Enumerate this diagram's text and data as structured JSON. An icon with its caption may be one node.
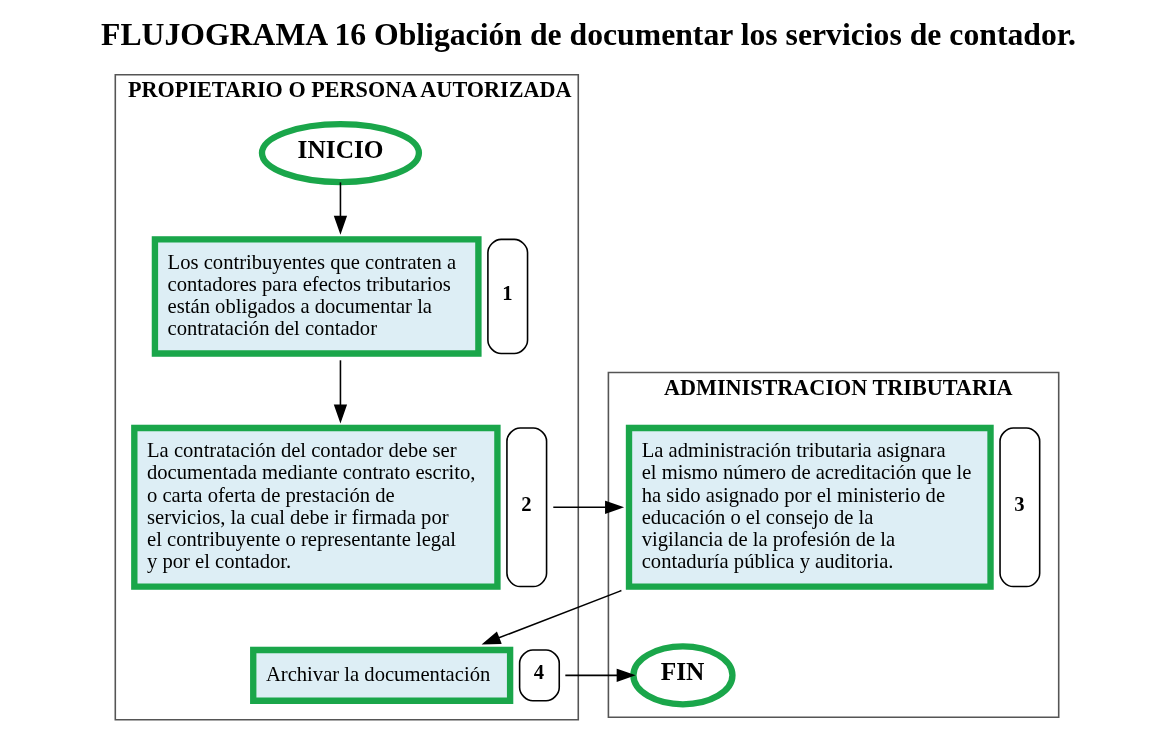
{
  "diagram": {
    "title": "FLUJOGRAMA 16 Obligación de documentar los servicios de contador.",
    "nodes": [
      {
        "text": [
          "PROPIETARIO O PERSONA AUTORIZADA"
        ]
      },
      {
        "text": [
          "ADMINISTRACION TRIBUTARIA"
        ]
      },
      {
        "text": [
          "INICIO"
        ],
        "in": 0
      },
      {
        "text": [
          "Los contribuyentes que contraten a contadores para efectos tributarios están obligados a documentar la contratación del contador"
        ],
        "in": 0,
        "beside": [
          "1"
        ]
      },
      {
        "text": [
          "La contratación del contador debe ser documentada mediante contrato escrito, o carta oferta de prestación de servicios, la cual debe ir firmada por el contribuyente o representante legal y por el contador."
        ],
        "in": 0,
        "beside": [
          "2"
        ]
      },
      {
        "text": [
          "La administración tributaria asignara el mismo número de acreditación que le ha sido asignado por el ministerio de educación o el consejo de la vigilancia de la profesión de la contaduría pública y auditoria."
        ],
        "in": 1,
        "beside": [
          "3"
        ]
      },
      {
        "text": [
          "Archivar la documentación"
        ],
        "in": 0,
        "beside": [
          "4"
        ]
      },
      {
        "text": [
          "FIN"
        ],
        "in": 1
      }
    ],
    "edges": [
      {
        "from": 2,
        "to": 3,
        "arrow": "to"
      },
      {
        "from": 3,
        "to": 4,
        "arrow": "to"
      },
      {
        "from": 4,
        "to": 5,
        "arrow": "to"
      },
      {
        "from": 5,
        "to": 6,
        "arrow": "to"
      },
      {
        "from": 6,
        "to": 7,
        "arrow": "to"
      }
    ]
  }
}
